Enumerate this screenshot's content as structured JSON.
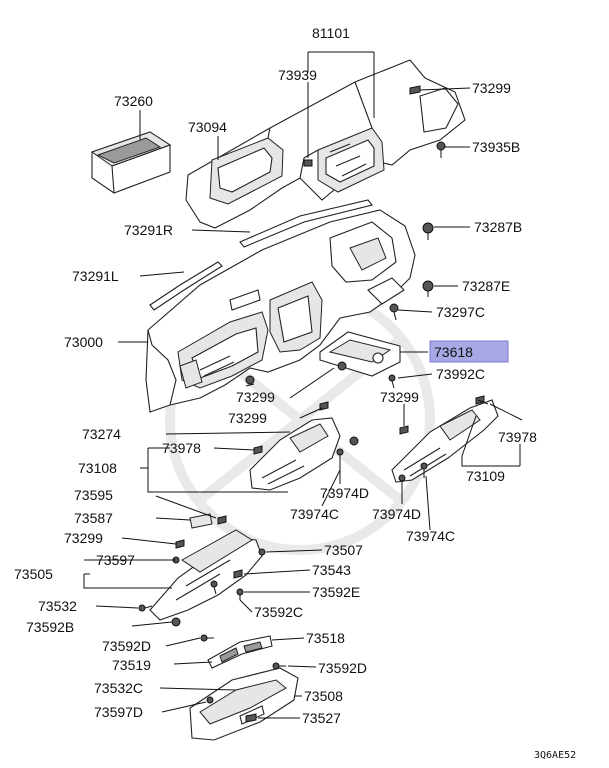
{
  "highlight_color": "#a9a8e6",
  "diagram_code": "3Q6AE52",
  "labels": {
    "l81101": "81101",
    "l73939": "73939",
    "l73299a": "73299",
    "l73260": "73260",
    "l73094": "73094",
    "l73935b": "73935B",
    "l73291r": "73291R",
    "l73287b": "73287B",
    "l73291l": "73291L",
    "l73287e": "73287E",
    "l73297c": "73297C",
    "l73000": "73000",
    "l73618": "73618",
    "l73992c": "73992C",
    "l73299b": "73299",
    "l73299c": "73299",
    "l73299d": "73299",
    "l73274": "73274",
    "l73978a": "73978",
    "l73978b": "73978",
    "l73108": "73108",
    "l73109": "73109",
    "l73974d1": "73974D",
    "l73974c1": "73974C",
    "l73974d2": "73974D",
    "l73974c2": "73974C",
    "l73595": "73595",
    "l73587": "73587",
    "l73299e": "73299",
    "l73507": "73507",
    "l73505": "73505",
    "l73597": "73597",
    "l73543": "73543",
    "l73592e": "73592E",
    "l73532": "73532",
    "l73592c": "73592C",
    "l73592b": "73592B",
    "l73518": "73518",
    "l73592d1": "73592D",
    "l73519": "73519",
    "l73592d2": "73592D",
    "l73532c": "73532C",
    "l73508": "73508",
    "l73597d": "73597D",
    "l73527": "73527"
  }
}
